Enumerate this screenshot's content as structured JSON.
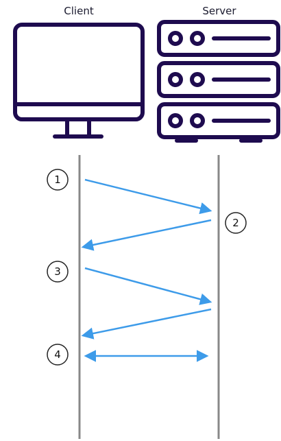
{
  "labels": {
    "client": "Client",
    "server": "Server"
  },
  "colors": {
    "device_stroke": "#1e0b4f",
    "lifeline": "#888888",
    "arrow": "#3d9be9",
    "badge_stroke": "#222222"
  },
  "steps": [
    {
      "number": "1"
    },
    {
      "number": "2"
    },
    {
      "number": "3"
    },
    {
      "number": "4"
    }
  ],
  "messages": [
    {
      "from": "client",
      "to": "server",
      "step": "1"
    },
    {
      "from": "server",
      "to": "client",
      "step": "2"
    },
    {
      "from": "client",
      "to": "server",
      "step": "3"
    },
    {
      "from": "server",
      "to": "client",
      "step": "3"
    },
    {
      "from": "client",
      "to": "server",
      "step": "4",
      "bidirectional": true
    }
  ],
  "icons": {
    "client": "monitor-icon",
    "server": "server-rack-icon"
  }
}
